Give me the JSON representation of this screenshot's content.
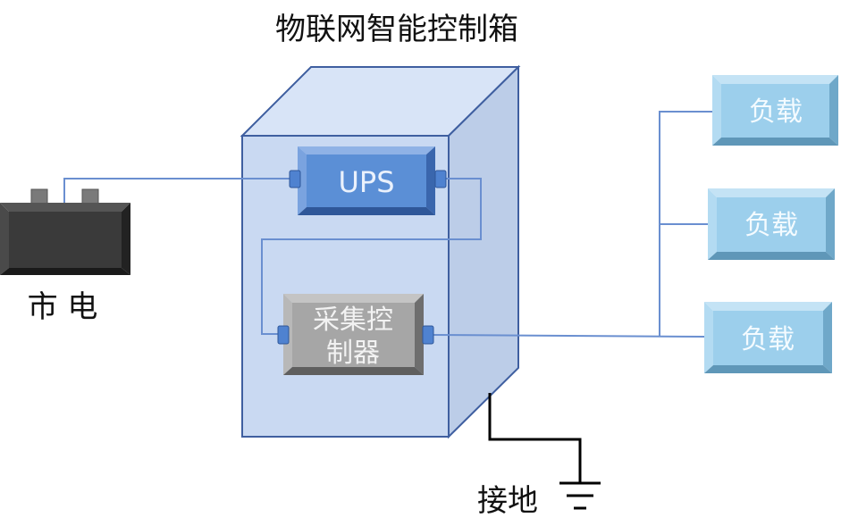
{
  "title": "物联网智能控制箱",
  "mains_label": "市 电",
  "ups_label": "UPS",
  "collector_label_line1": "采集控",
  "collector_label_line2": "制器",
  "loads": [
    "负载",
    "负载",
    "负载"
  ],
  "ground_label": "接地",
  "colors": {
    "box_front": "#c9d9f2",
    "box_top": "#d8e4f7",
    "box_side": "#bccde8",
    "box_stroke": "#3f5fa0",
    "ups_fill": "#5b8fd6",
    "collector_fill": "#a6a6a6",
    "load_fill": "#9ccfec",
    "mains_fill": "#3a3a3a",
    "wire": "#6a8fd0"
  }
}
